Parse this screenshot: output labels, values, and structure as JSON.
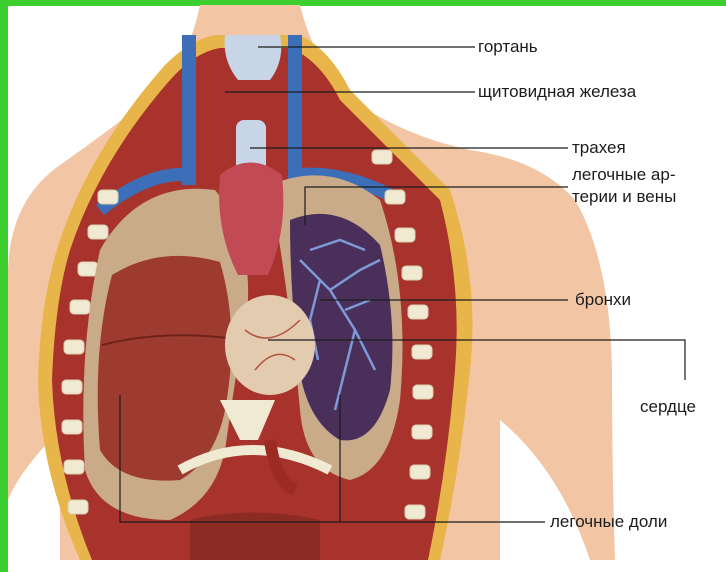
{
  "colors": {
    "frame": "#3ccf2f",
    "skin": "#f2c6a4",
    "muscle": "#a8332c",
    "lung": "#9e3b30",
    "rib": "#f1ead2",
    "vessel": "#3d6fb8",
    "fat": "#e8b54a"
  },
  "labels": {
    "larynx": "гортань",
    "thyroid": "щитовидная железа",
    "trachea": "трахея",
    "pulmonary_vessels_1": "легочные ар-",
    "pulmonary_vessels_2": "терии и вены",
    "bronchi": "бронхи",
    "heart": "сердце",
    "lung_lobes": "легочные доли"
  }
}
